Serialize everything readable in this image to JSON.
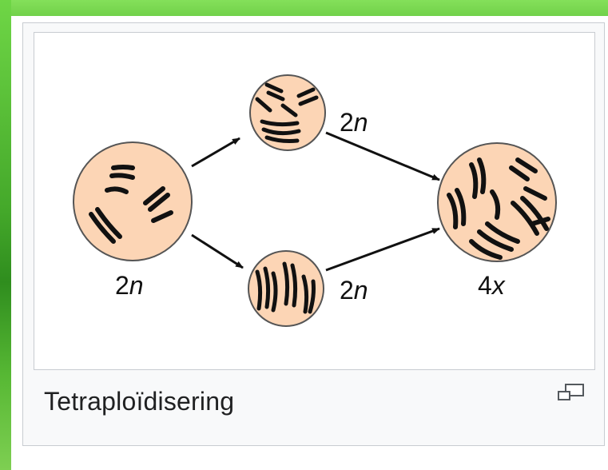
{
  "figure": {
    "caption": "Tetraploïdisering",
    "enlarge_icon": "magnify-clip-icon"
  },
  "diagram": {
    "cells": [
      {
        "id": "parent",
        "label": "2n",
        "label_number": "2",
        "label_symbol": "n"
      },
      {
        "id": "upper-cell",
        "label": "2n",
        "label_number": "2",
        "label_symbol": "n"
      },
      {
        "id": "lower-cell",
        "label": "2n",
        "label_number": "2",
        "label_symbol": "n"
      },
      {
        "id": "tetraploid-cell",
        "label": "4x",
        "label_number": "4",
        "label_symbol": "x"
      }
    ]
  },
  "colors": {
    "cell_fill": "#fcd5b5",
    "cell_stroke": "#555555",
    "chromosome": "#111111",
    "caption_text": "#202122",
    "frame_border": "#c8ccd1"
  }
}
